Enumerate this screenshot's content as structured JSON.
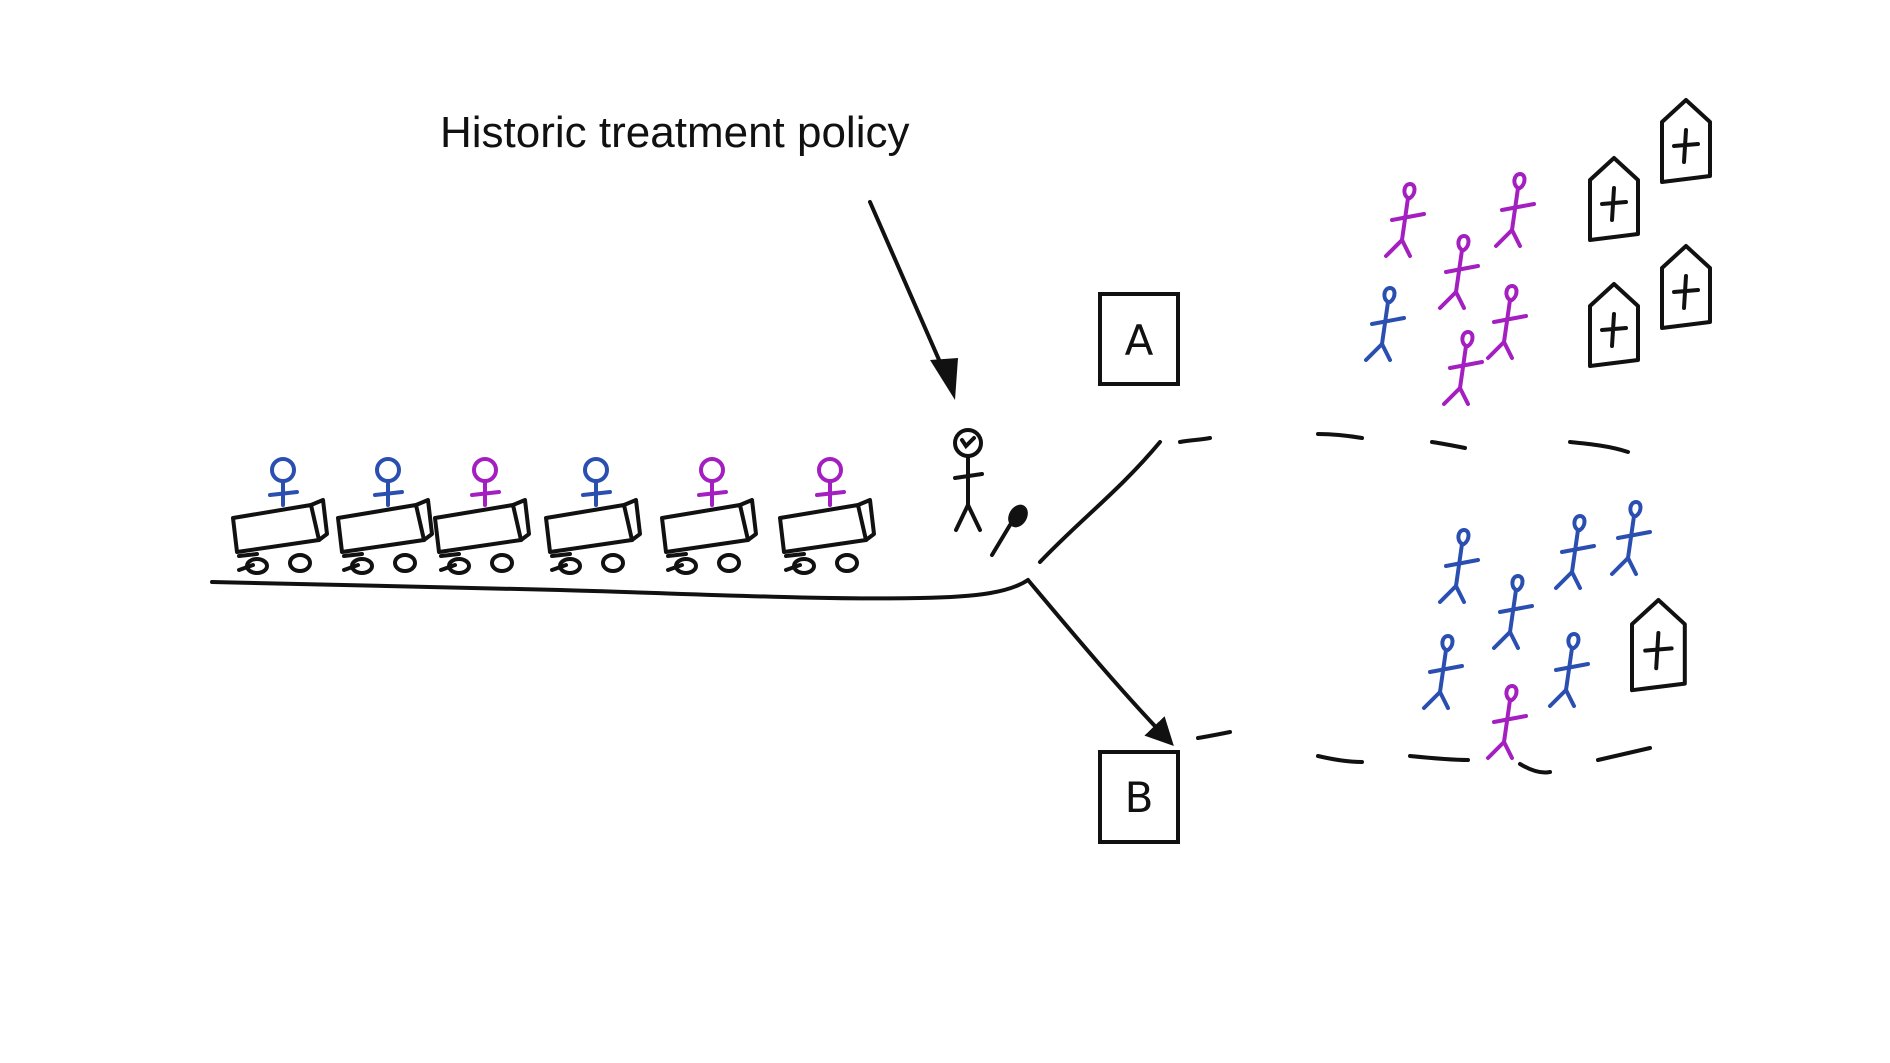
{
  "caption": "Historic treatment policy",
  "labels": {
    "a": "A",
    "b": "B"
  },
  "colors": {
    "ink": "#111111",
    "blue_group": "#2b4fb0",
    "purple_group": "#a31fc0",
    "background": "#ffffff"
  },
  "queue": [
    "blue",
    "blue",
    "purple",
    "blue",
    "purple",
    "purple"
  ],
  "crowd_a": [
    "purple",
    "purple",
    "purple",
    "blue",
    "purple",
    "purple"
  ],
  "crowd_b": [
    "blue",
    "blue",
    "blue",
    "blue",
    "blue",
    "purple",
    "blue"
  ],
  "icons": [
    "person-in-cart-icon",
    "doctor-icon",
    "stethoscope-icon",
    "hospital-icon",
    "arrow-icon"
  ]
}
